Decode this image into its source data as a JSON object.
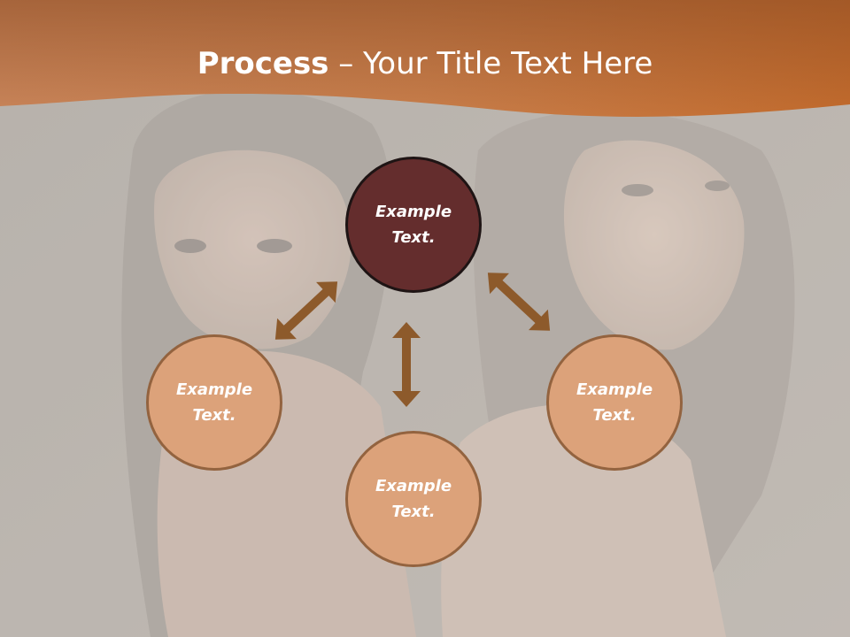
{
  "title": {
    "bold": "Process",
    "rest": " – Your Title Text Here"
  },
  "nodes": {
    "top": {
      "line1": "Example",
      "line2": "Text."
    },
    "left": {
      "line1": "Example",
      "line2": "Text."
    },
    "bottom": {
      "line1": "Example",
      "line2": "Text."
    },
    "right": {
      "line1": "Example",
      "line2": "Text."
    }
  },
  "colors": {
    "header_orange": "#c8733a",
    "center_node": "#642d2d",
    "outer_node": "#dca27a",
    "outer_node_border": "#93633f",
    "arrow": "#8d5a2b"
  },
  "icons": {
    "arrow": "double-headed-arrow"
  }
}
